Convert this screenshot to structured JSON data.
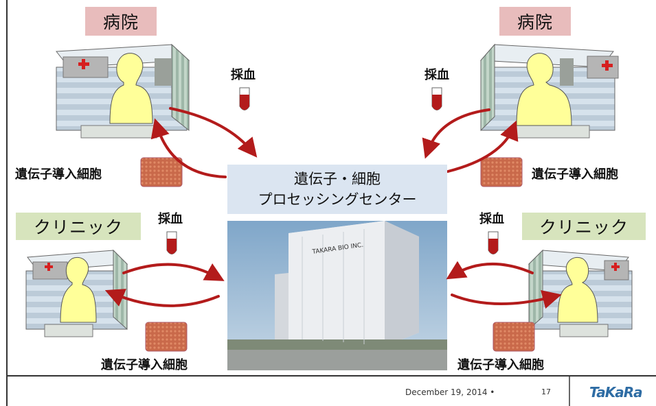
{
  "labels": {
    "hospital_tl": "病院",
    "hospital_tr": "病院",
    "clinic_bl": "クリニック",
    "clinic_br": "クリニック"
  },
  "blood_tl": "採血",
  "blood_tr": "採血",
  "blood_bl": "採血",
  "blood_br": "採血",
  "gene_cells_tl": "遺伝子導入細胞",
  "gene_cells_tr": "遺伝子導入細胞",
  "gene_cells_bl": "遺伝子導入細胞",
  "gene_cells_br": "遺伝子導入細胞",
  "center": {
    "line1": "遺伝子・細胞",
    "line2": "プロセッシングセンター"
  },
  "building_sign": "TAKARA BIO INC.",
  "footer": {
    "date": "December 19, 2014 •",
    "page": "17",
    "logo": "TaKaRa"
  },
  "colors": {
    "arrow": "#b31b1b",
    "hospital_label": "#e8bcbc",
    "clinic_label": "#d7e4bd",
    "center_box": "#dbe5f1",
    "person": "#ffff99"
  }
}
